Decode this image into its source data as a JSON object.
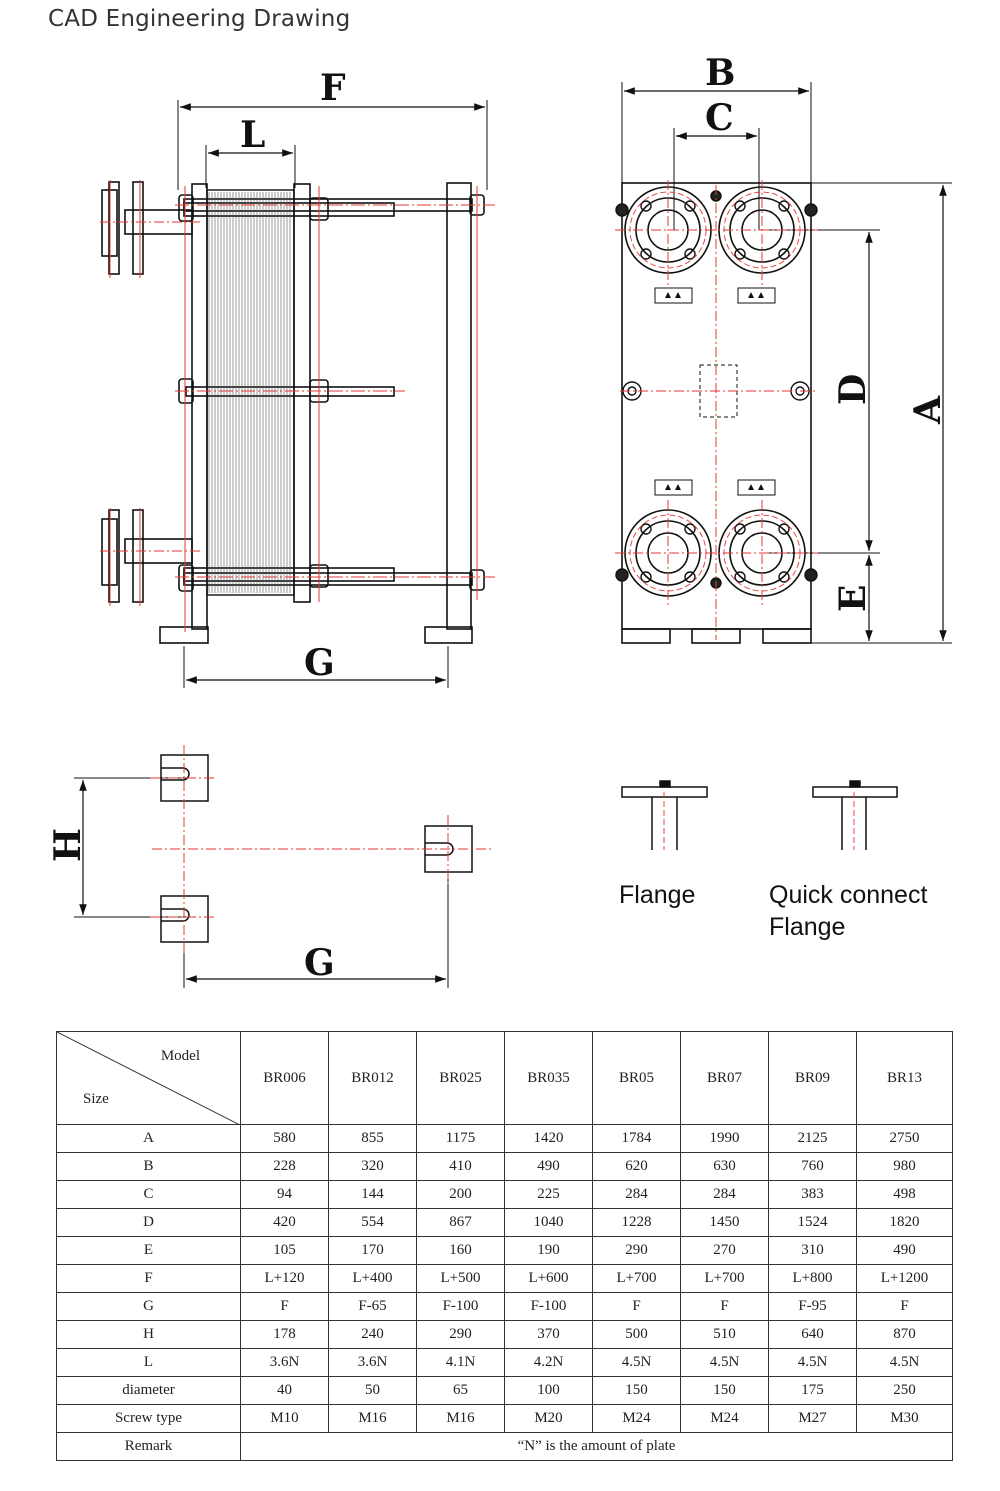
{
  "page": {
    "title": "CAD Engineering Drawing"
  },
  "dimension_labels": {
    "A": "A",
    "B": "B",
    "C": "C",
    "D": "D",
    "E": "E",
    "F": "F",
    "G": "G",
    "H": "H",
    "L": "L"
  },
  "captions": {
    "flange": "Flange",
    "quick_connect_line1": "Quick connect",
    "quick_connect_line2": "Flange"
  },
  "table": {
    "corner_model": "Model",
    "corner_size": "Size",
    "models": [
      "BR006",
      "BR012",
      "BR025",
      "BR035",
      "BR05",
      "BR07",
      "BR09",
      "BR13"
    ],
    "rows": [
      {
        "label": "A",
        "values": [
          "580",
          "855",
          "1175",
          "1420",
          "1784",
          "1990",
          "2125",
          "2750"
        ]
      },
      {
        "label": "B",
        "values": [
          "228",
          "320",
          "410",
          "490",
          "620",
          "630",
          "760",
          "980"
        ]
      },
      {
        "label": "C",
        "values": [
          "94",
          "144",
          "200",
          "225",
          "284",
          "284",
          "383",
          "498"
        ]
      },
      {
        "label": "D",
        "values": [
          "420",
          "554",
          "867",
          "1040",
          "1228",
          "1450",
          "1524",
          "1820"
        ]
      },
      {
        "label": "E",
        "values": [
          "105",
          "170",
          "160",
          "190",
          "290",
          "270",
          "310",
          "490"
        ]
      },
      {
        "label": "F",
        "values": [
          "L+120",
          "L+400",
          "L+500",
          "L+600",
          "L+700",
          "L+700",
          "L+800",
          "L+1200"
        ]
      },
      {
        "label": "G",
        "values": [
          "F",
          "F-65",
          "F-100",
          "F-100",
          "F",
          "F",
          "F-95",
          "F"
        ]
      },
      {
        "label": "H",
        "values": [
          "178",
          "240",
          "290",
          "370",
          "500",
          "510",
          "640",
          "870"
        ]
      },
      {
        "label": "L",
        "values": [
          "3.6N",
          "3.6N",
          "4.1N",
          "4.2N",
          "4.5N",
          "4.5N",
          "4.5N",
          "4.5N"
        ]
      },
      {
        "label": "diameter",
        "values": [
          "40",
          "50",
          "65",
          "100",
          "150",
          "150",
          "175",
          "250"
        ]
      },
      {
        "label": "Screw type",
        "values": [
          "M10",
          "M16",
          "M16",
          "M20",
          "M24",
          "M24",
          "M27",
          "M30"
        ]
      }
    ],
    "remark_label": "Remark",
    "remark_text": "“N”  is the amount of plate"
  }
}
